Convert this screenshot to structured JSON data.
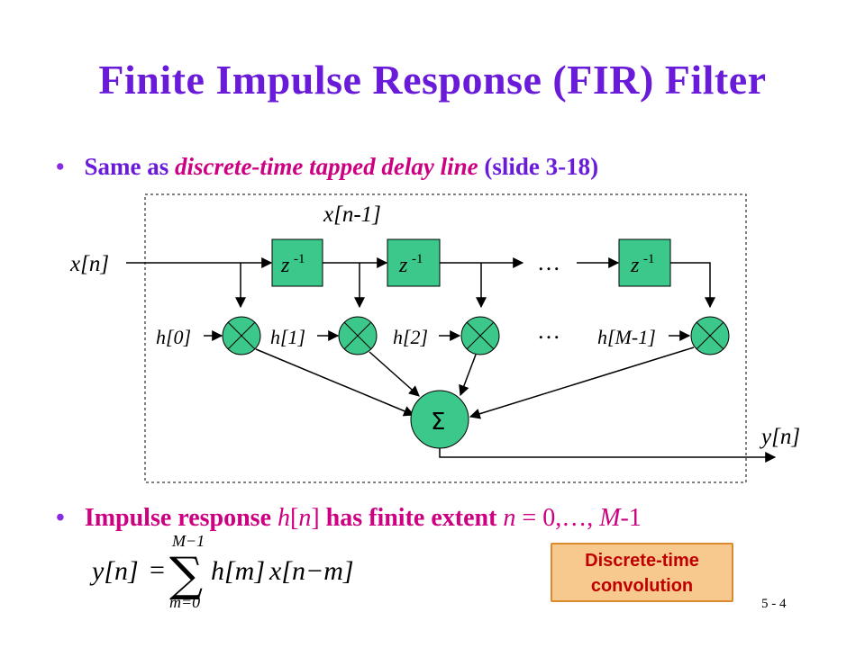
{
  "slide": {
    "title": "Finite Impulse Response (FIR) Filter",
    "bullet1": {
      "prefix": "Same as ",
      "highlight": "discrete-time tapped delay line",
      "suffix": " (slide 3-18)"
    },
    "bullet2": {
      "t1": "Impulse response ",
      "t2": "h",
      "t3": "[",
      "t4": "n",
      "t5": "]",
      "t6": " has finite extent ",
      "t7": "n",
      "t8": " = 0,…, ",
      "t9": "M",
      "t10": "-1"
    },
    "callout": {
      "line1": "Discrete-time",
      "line2": "convolution"
    },
    "slide_number": "5 - 4"
  },
  "diagram": {
    "input_label": "x[n]",
    "delayed_label": "x[n-1]",
    "output_label": "y[n]",
    "delay_label": "z",
    "delay_exponent": "-1",
    "ellipsis": "…",
    "coefficients": [
      "h[0]",
      "h[1]",
      "h[2]",
      "h[M-1]"
    ],
    "sum_symbol": "Σ"
  },
  "equation": {
    "lhs": "y[n]",
    "equals": "=",
    "sum": "∑",
    "upper": "M−1",
    "lower": "m=0",
    "term1": "h[m]",
    "term2": "x[n−m]"
  },
  "colors": {
    "title": "#6a1bd9",
    "accent": "#cc0080",
    "node_fill": "#3cc88a",
    "callout_fill": "#f7c98e",
    "callout_text": "#c00000"
  }
}
